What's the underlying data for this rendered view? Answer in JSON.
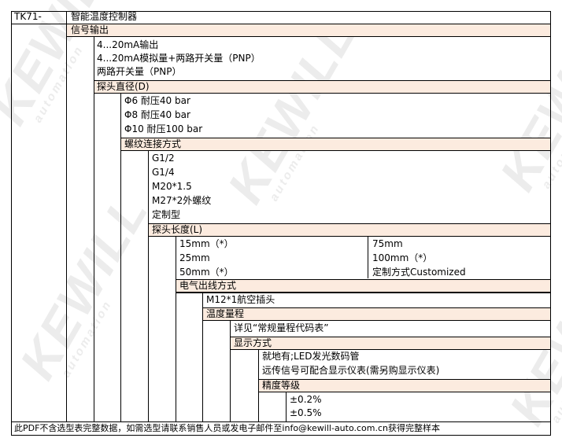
{
  "model_code": "TK71-",
  "product_name": "智能温度控制器",
  "signal_output": {
    "header": "信号输出",
    "options": [
      "4...20mA输出",
      "4...20mA模拟量+两路开关量（PNP）",
      "两路开关量（PNP）"
    ]
  },
  "probe_diameter": {
    "header": "探头直径(D)",
    "options": [
      "Φ6    耐压40 bar",
      "Φ8    耐压40 bar",
      "Φ10   耐压100 bar"
    ]
  },
  "thread_connection": {
    "header": "螺纹连接方式",
    "options": [
      "G1/2",
      "G1/4",
      "M20*1.5",
      "M27*2外螺纹",
      "定制型"
    ]
  },
  "probe_length": {
    "header": "探头长度(L)",
    "options_left": [
      "15mm（*）",
      "25mm",
      "50mm（*）"
    ],
    "options_right": [
      "75mm",
      "100mm（*）",
      "定制方式Customized"
    ]
  },
  "electrical_connection": {
    "header": "电气出线方式",
    "options": [
      "M12*1航空插头"
    ]
  },
  "temperature_range": {
    "header": "温度量程",
    "options": [
      "详见“常规量程代码表”"
    ]
  },
  "display_mode": {
    "header": "显示方式",
    "options": [
      "就地有;LED发光数码管",
      "远传信号可配合显示仪表(需另购显示仪表)"
    ]
  },
  "accuracy_class": {
    "header": "精度等级",
    "options": [
      "±0.2%",
      "±0.5%"
    ]
  },
  "footer_note": "此PDF不含选型表完整数据，如需选型请联系销售人员或发电子邮件至info@kewill-auto.com.cn获得完整样本",
  "watermark": {
    "brand": "KEWILL",
    "sub": "automation"
  },
  "colors": {
    "header_fill": "#fcebdf",
    "border": "#000000",
    "watermark": "#ececec"
  }
}
